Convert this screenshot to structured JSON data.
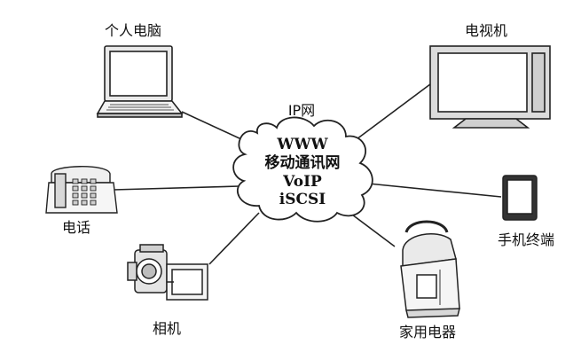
{
  "network": {
    "label": "IP网",
    "services": [
      "WWW",
      "移动通讯网",
      "VoIP",
      "iSCSI"
    ]
  },
  "devices": {
    "pc": "个人电脑",
    "tv": "电视机",
    "phone": "电话",
    "mobile": "手机终端",
    "camera": "相机",
    "appliance": "家用电器"
  }
}
